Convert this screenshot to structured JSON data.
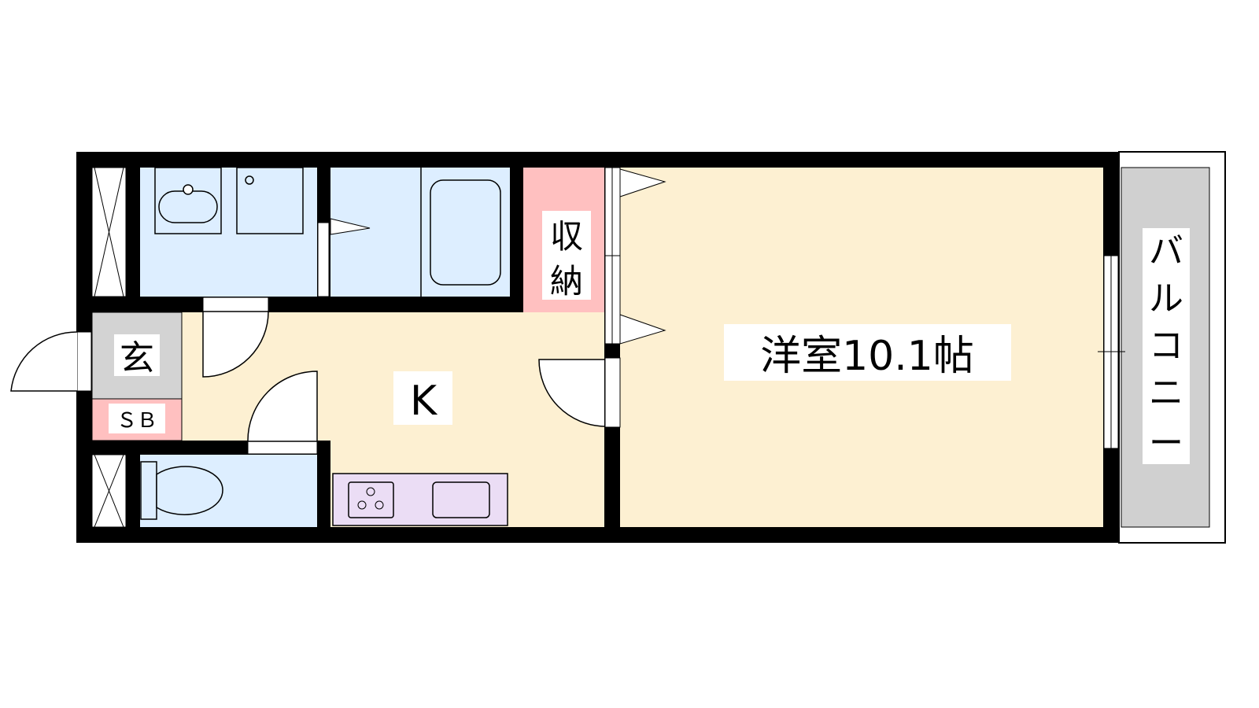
{
  "floorplan": {
    "rooms": {
      "western_room": "洋室10.1帖",
      "kitchen": "K",
      "storage_1": "収",
      "storage_2": "納",
      "entrance": "玄",
      "shoe_box": "ＳＢ",
      "balcony_chars": [
        "バ",
        "ル",
        "コ",
        "ニ",
        "ー"
      ]
    },
    "colors": {
      "wall": "#000000",
      "wet_area": "#ddeeff",
      "living": "#fdf0d2",
      "storage": "#ffc0c0",
      "entrance": "#d3d3d3",
      "kitchen_counter": "#ebddf5",
      "balcony": "#d0d0d0"
    }
  }
}
